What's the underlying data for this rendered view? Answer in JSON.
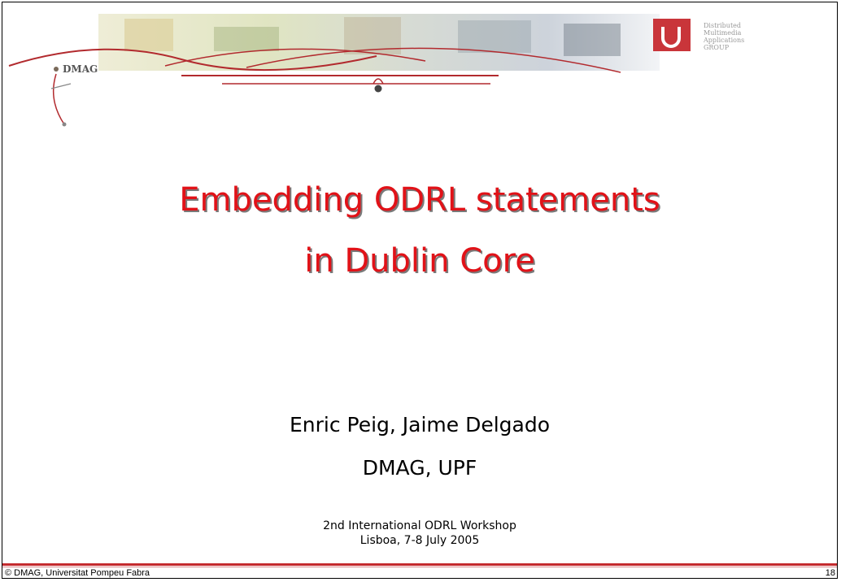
{
  "banner": {
    "logo_text": "DMAG",
    "group_lines": "Distributed\nMultimedia\nApplications\nGROUP"
  },
  "slide": {
    "title_line1": "Embedding ODRL statements",
    "title_line2": "in Dublin Core",
    "authors": "Enric Peig, Jaime Delgado",
    "org": "DMAG, UPF",
    "workshop_line1": "2nd International ODRL Workshop",
    "workshop_line2": "Lisboa, 7-8 July 2005"
  },
  "footer": {
    "copyright": "© DMAG, Universitat Pompeu Fabra",
    "page_number": "18"
  },
  "colors": {
    "title": "#e11218",
    "accent": "#c42a2e"
  }
}
